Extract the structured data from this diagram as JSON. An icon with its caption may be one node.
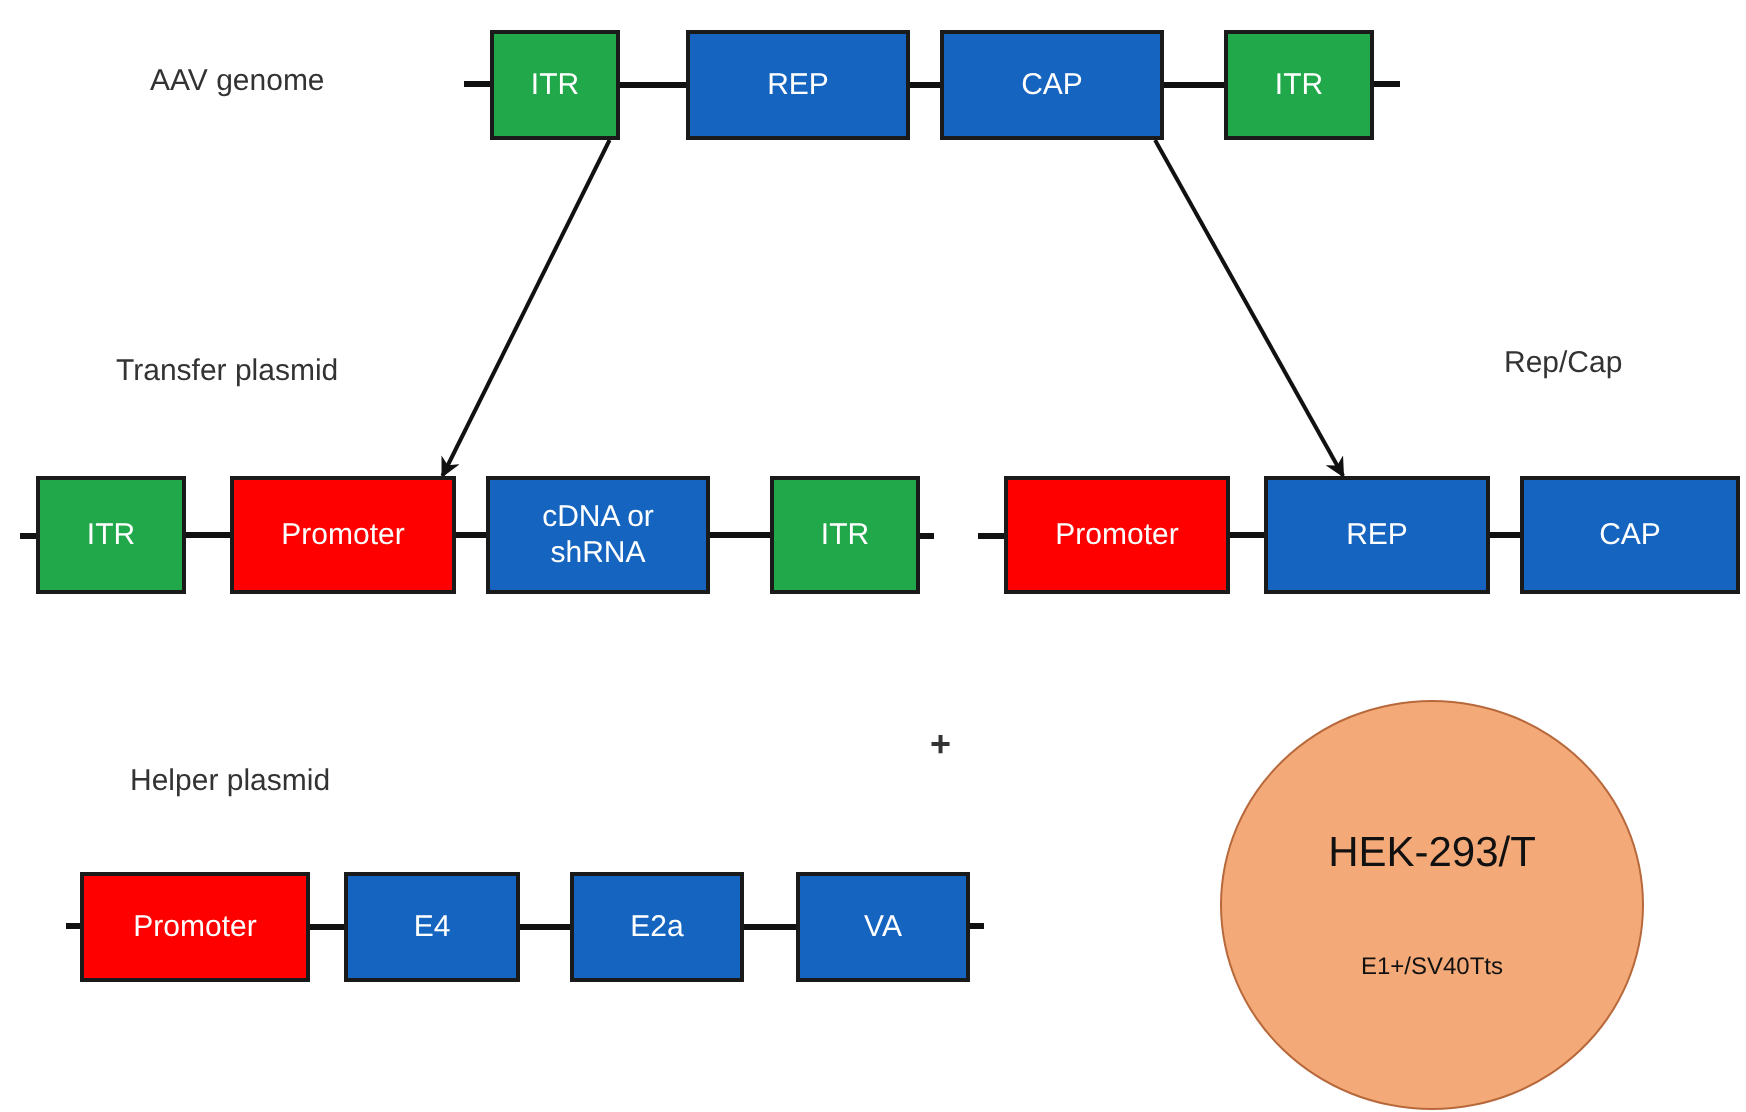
{
  "diagram": {
    "nodes": [
      {
        "text": [
          "ITR"
        ]
      },
      {
        "text": [
          "REP"
        ]
      },
      {
        "text": [
          "CAP"
        ]
      },
      {
        "text": [
          "ITR"
        ]
      },
      {
        "text": [
          "ITR"
        ]
      },
      {
        "text": [
          "Promoter"
        ]
      },
      {
        "text": [
          "cDNA or shRNA"
        ]
      },
      {
        "text": [
          "ITR"
        ]
      },
      {
        "text": [
          "Promoter"
        ]
      },
      {
        "text": [
          "REP"
        ]
      },
      {
        "text": [
          "CAP"
        ]
      },
      {
        "text": [
          "Promoter"
        ]
      },
      {
        "text": [
          "E4"
        ]
      },
      {
        "text": [
          "E2a"
        ]
      },
      {
        "text": [
          "VA"
        ]
      },
      {
        "text": [
          "HEK-293/T",
          "E1+/SV40Tts"
        ]
      }
    ],
    "edges": [
      {
        "from": 0,
        "to": 1,
        "arrow": "none"
      },
      {
        "from": 1,
        "to": 2,
        "arrow": "none"
      },
      {
        "from": 2,
        "to": 3,
        "arrow": "none"
      },
      {
        "from": 4,
        "to": 5,
        "arrow": "none"
      },
      {
        "from": 5,
        "to": 6,
        "arrow": "none"
      },
      {
        "from": 6,
        "to": 7,
        "arrow": "none"
      },
      {
        "from": 8,
        "to": 9,
        "arrow": "none"
      },
      {
        "from": 9,
        "to": 10,
        "arrow": "none"
      },
      {
        "from": 11,
        "to": 12,
        "arrow": "none"
      },
      {
        "from": 12,
        "to": 13,
        "arrow": "none"
      },
      {
        "from": 13,
        "to": 14,
        "arrow": "none"
      },
      {
        "from": 0,
        "to": 5,
        "arrow": "to"
      },
      {
        "from": 2,
        "to": 9,
        "arrow": "to"
      }
    ],
    "labels": [
      "AAV genome",
      "Transfer plasmid",
      "Rep/Cap",
      "+",
      "Helper plasmid"
    ]
  }
}
